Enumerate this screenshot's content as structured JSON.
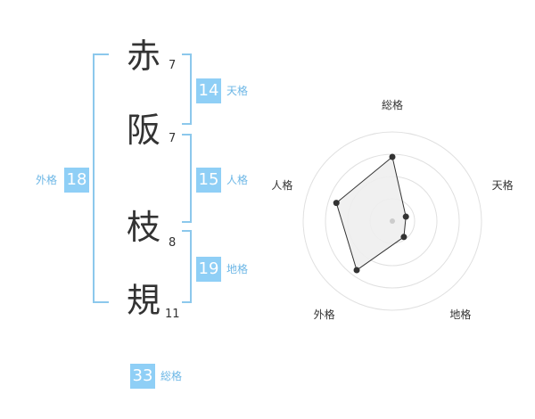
{
  "name": {
    "chars": [
      {
        "char": "赤",
        "strokes": "7"
      },
      {
        "char": "阪",
        "strokes": "7"
      },
      {
        "char": "枝",
        "strokes": "8"
      },
      {
        "char": "規",
        "strokes": "11"
      }
    ]
  },
  "kakusu": {
    "tenkaku": {
      "value": "14",
      "label": "天格"
    },
    "jinkaku": {
      "value": "15",
      "label": "人格"
    },
    "chikaku": {
      "value": "19",
      "label": "地格"
    },
    "gaikaku": {
      "value": "18",
      "label": "外格"
    },
    "soukaku": {
      "value": "33",
      "label": "総格"
    }
  },
  "colors": {
    "bracket": "#8cc8ec",
    "box": "#8fcff6",
    "label": "#6db7e6",
    "kanji": "#333333",
    "radar_fill": "#eeeeee",
    "radar_line": "#333333"
  },
  "chart_data": {
    "type": "radar",
    "axes": [
      "総格",
      "天格",
      "地格",
      "外格",
      "人格"
    ],
    "values": [
      0.72,
      0.16,
      0.22,
      0.68,
      0.66
    ],
    "range": [
      0,
      1
    ],
    "rings": 4
  }
}
